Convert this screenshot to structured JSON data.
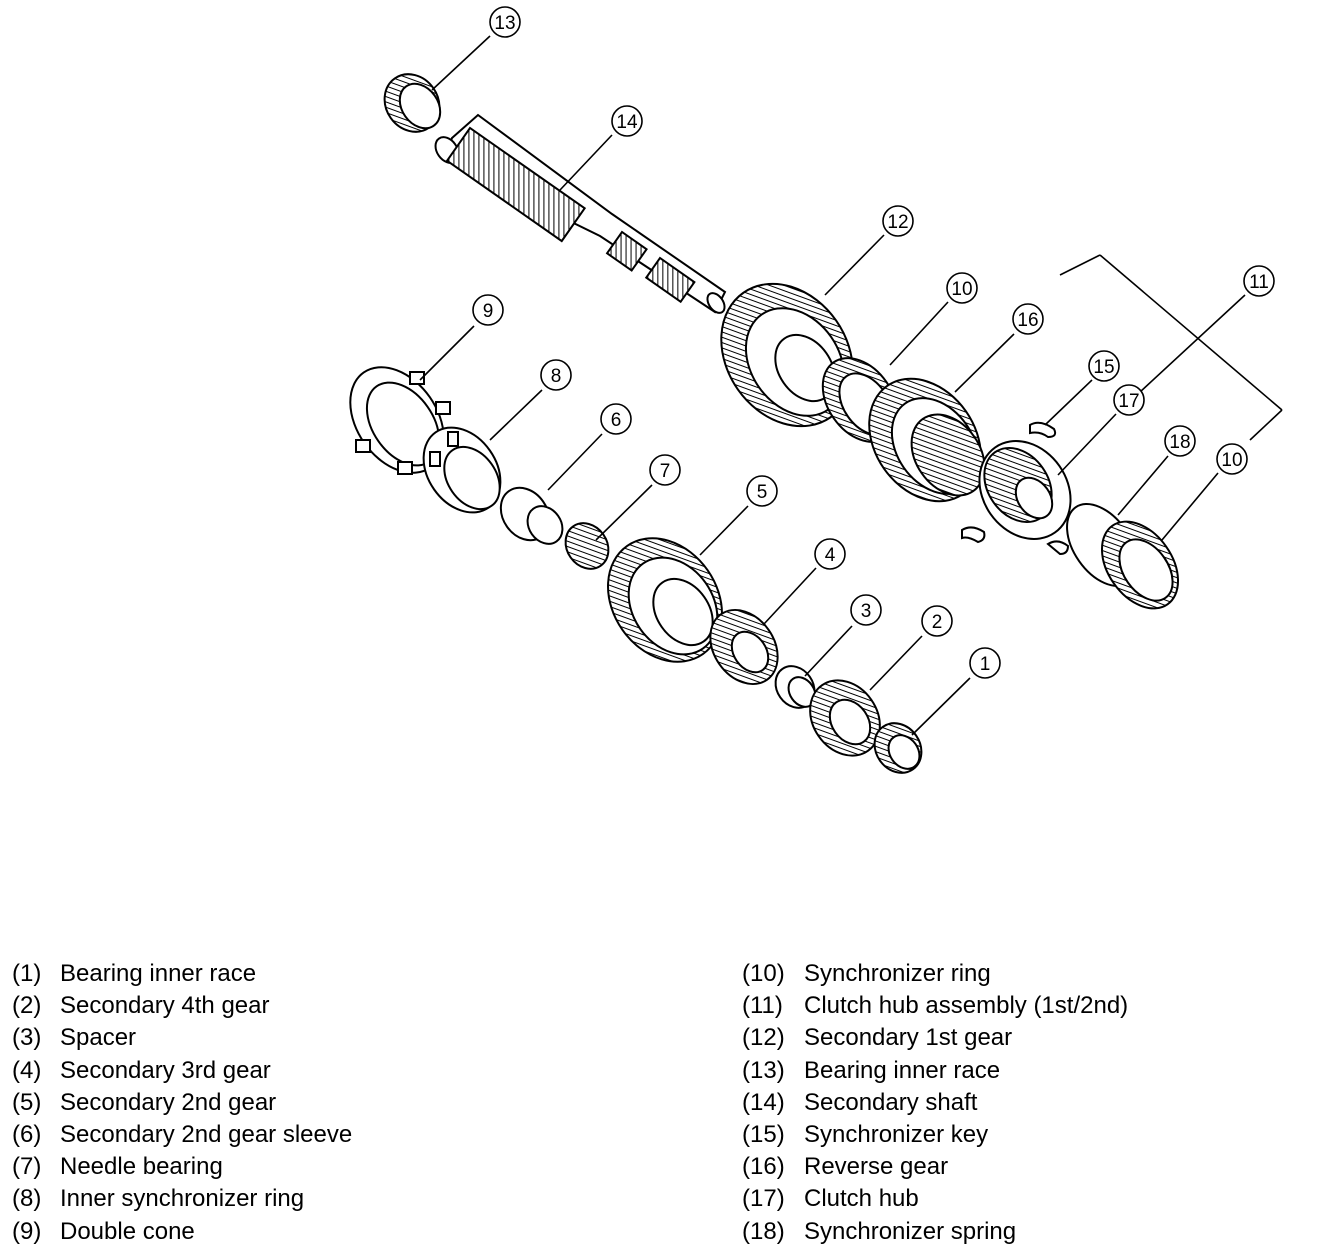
{
  "callouts": {
    "c1": "1",
    "c2": "2",
    "c3": "3",
    "c4": "4",
    "c5": "5",
    "c6": "6",
    "c7": "7",
    "c8": "8",
    "c9": "9",
    "c10a": "10",
    "c10b": "10",
    "c11": "11",
    "c12": "12",
    "c13": "13",
    "c14": "14",
    "c15": "15",
    "c16": "16",
    "c17": "17",
    "c18": "18"
  },
  "legend": {
    "left": [
      {
        "num": "(1)",
        "label": "Bearing inner race"
      },
      {
        "num": "(2)",
        "label": "Secondary 4th gear"
      },
      {
        "num": "(3)",
        "label": "Spacer"
      },
      {
        "num": "(4)",
        "label": "Secondary 3rd gear"
      },
      {
        "num": "(5)",
        "label": "Secondary 2nd gear"
      },
      {
        "num": "(6)",
        "label": "Secondary 2nd gear sleeve"
      },
      {
        "num": "(7)",
        "label": "Needle bearing"
      },
      {
        "num": "(8)",
        "label": "Inner synchronizer ring"
      },
      {
        "num": "(9)",
        "label": "Double cone"
      }
    ],
    "right": [
      {
        "num": "(10)",
        "label": "Synchronizer ring"
      },
      {
        "num": "(11)",
        "label": "Clutch hub assembly (1st/2nd)"
      },
      {
        "num": "(12)",
        "label": "Secondary 1st gear"
      },
      {
        "num": "(13)",
        "label": "Bearing inner race"
      },
      {
        "num": "(14)",
        "label": "Secondary shaft"
      },
      {
        "num": "(15)",
        "label": "Synchronizer key"
      },
      {
        "num": "(16)",
        "label": "Reverse gear"
      },
      {
        "num": "(17)",
        "label": "Clutch hub"
      },
      {
        "num": "(18)",
        "label": "Synchronizer spring"
      }
    ]
  }
}
